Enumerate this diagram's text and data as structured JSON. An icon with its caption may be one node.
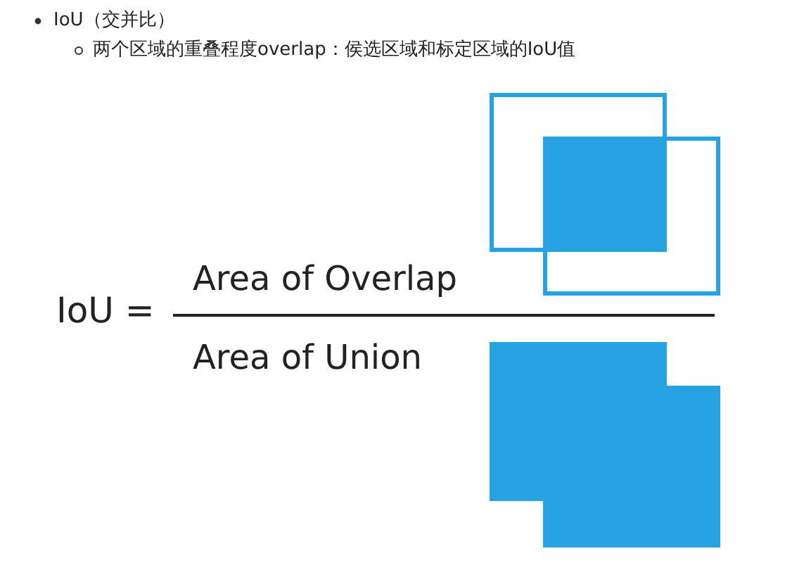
{
  "diagram": {
    "labels": [
      "IoU（交并比）",
      "两个区域的重叠程度overlap：侯选区域和标定区域的IoU值",
      "IoU =",
      "Area of Overlap",
      "Area of Union"
    ]
  }
}
